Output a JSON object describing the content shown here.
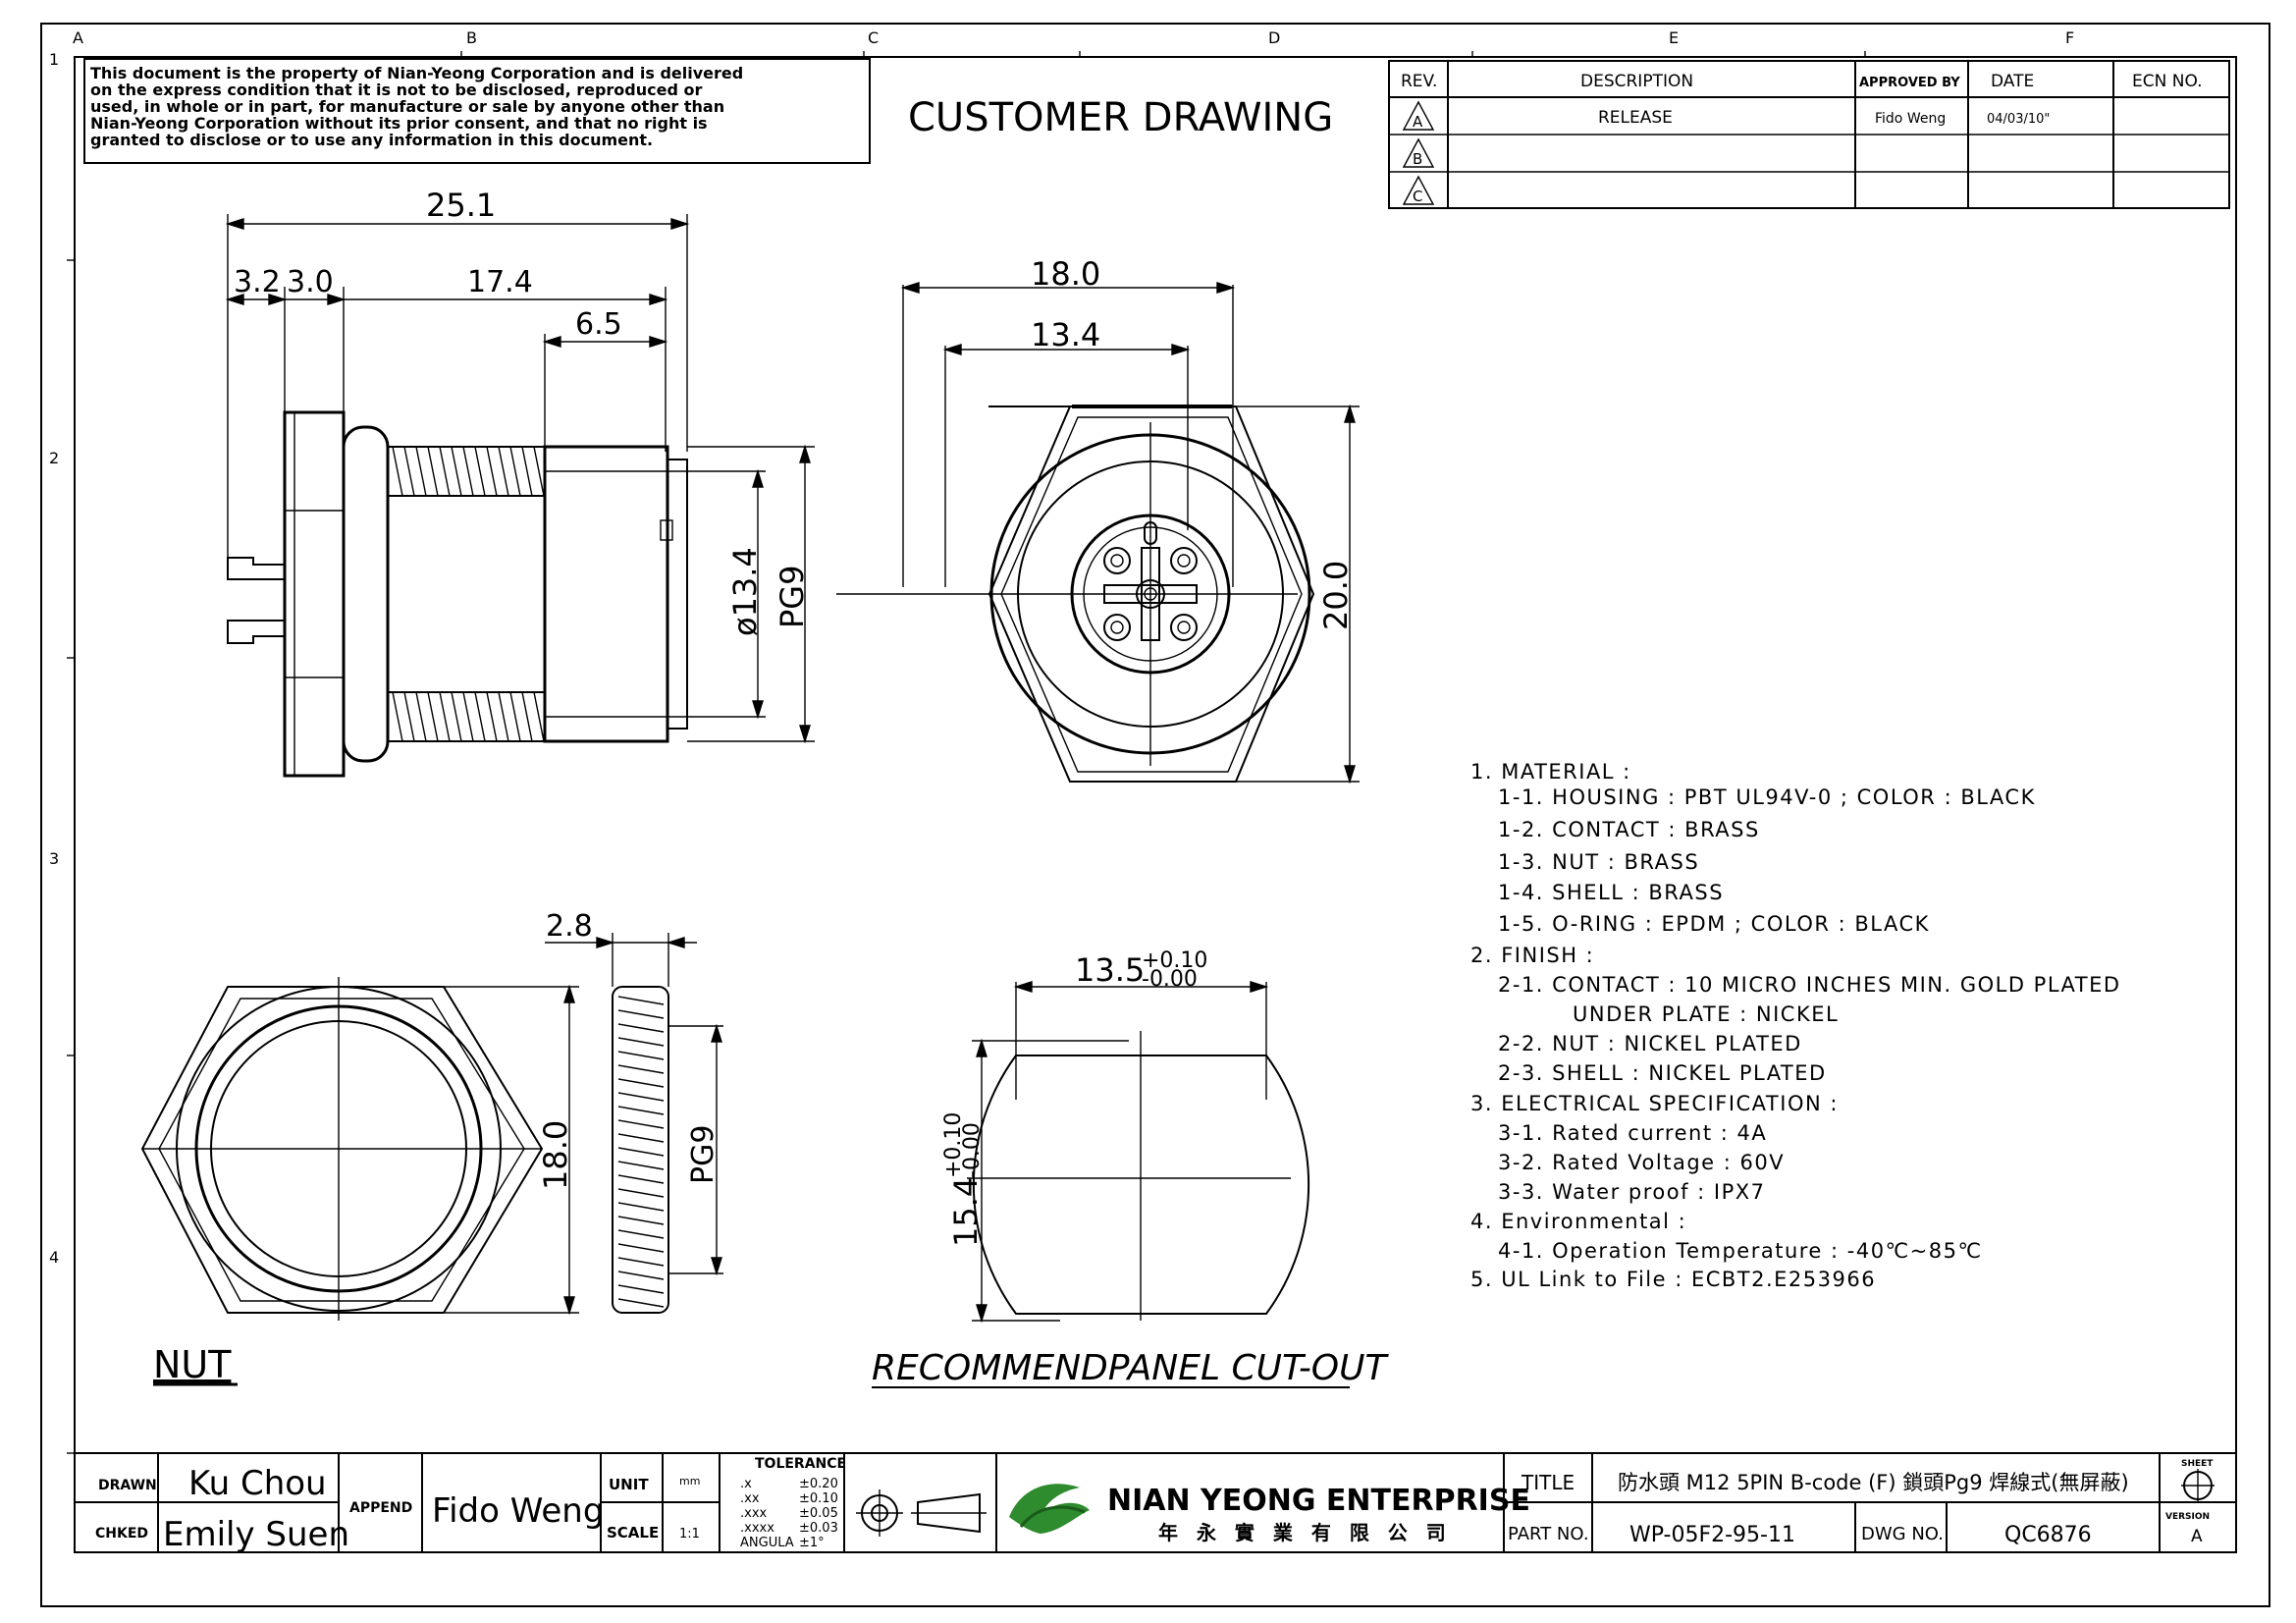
{
  "header": {
    "notice": [
      "This document is the property of Nian-Yeong Corporation and is delivered",
      "on  the  express condition that it is not to be disclosed, reproduced or",
      "used, in whole or in part, for manufacture or sale by anyone other than",
      "Nian-Yeong Corporation without  its prior consent, and that  no right  is",
      "granted to disclose or to use any information in this  document."
    ],
    "drawing_title": "CUSTOMER  DRAWING"
  },
  "frame": {
    "columns": [
      "A",
      "B",
      "C",
      "D",
      "E",
      "F"
    ],
    "rows": [
      "1",
      "2",
      "3",
      "4"
    ]
  },
  "revision_table": {
    "headers": [
      "REV.",
      "DESCRIPTION",
      "APPROVED BY",
      "DATE",
      "ECN NO."
    ],
    "rows": [
      {
        "rev": "A",
        "description": "RELEASE",
        "approved": "Fido Weng",
        "date": "04/03/10\"",
        "ecn": ""
      },
      {
        "rev": "B",
        "description": "",
        "approved": "",
        "date": "",
        "ecn": ""
      },
      {
        "rev": "C",
        "description": "",
        "approved": "",
        "date": "",
        "ecn": ""
      }
    ]
  },
  "dimensions": {
    "side_overall": "25.1",
    "side_a": "3.2",
    "side_b": "3.0",
    "side_c": "17.4",
    "side_d": "6.5",
    "side_dia": "ø13.4",
    "side_thread": "PG9",
    "front_outer": "18.0",
    "front_inner": "13.4",
    "front_height": "20.0",
    "nut_thickness": "2.8",
    "nut_flats": "18.0",
    "nut_thread": "PG9",
    "cut_width": "13.5",
    "cut_width_tol_plus": "+0.10",
    "cut_width_tol_minus": "-0.00",
    "cut_height": "15.4",
    "cut_height_tol_plus": "+0.10",
    "cut_height_tol_minus": "-0.00"
  },
  "labels": {
    "nut": "NUT",
    "cutout": "RECOMMENDPANEL  CUT-OUT"
  },
  "notes": [
    "1.  MATERIAL  :",
    "1-1.  HOUSING  :  PBT  UL94V-0  ;  COLOR  :  BLACK",
    "1-2.  CONTACT  :  BRASS",
    "1-3.  NUT  :  BRASS",
    "1-4.  SHELL  :  BRASS",
    "1-5.  O-RING  :  EPDM  ;  COLOR  :  BLACK",
    "2.  FINISH  :",
    "2-1.  CONTACT  :  10  MICRO  INCHES  MIN.  GOLD  PLATED",
    "UNDER  PLATE  :  NICKEL",
    "2-2.  NUT  :  NICKEL  PLATED",
    "2-3.  SHELL  :  NICKEL  PLATED",
    "3.  ELECTRICAL  SPECIFICATION  :",
    "3-1.  Rated  current  :  4A",
    "3-2.  Rated  Voltage  :  60V",
    "3-3.  Water  proof  :  IPX7",
    "4.  Environmental  :",
    "4-1.  Operation  Temperature  :  -40℃~85℃",
    "5.  UL  Link  to  File  :  ECBT2.E253966"
  ],
  "title_block": {
    "drawn_label": "DRAWN",
    "drawn_value": "Ku Chou",
    "checked_label": "CHKED",
    "checked_value": "Emily Suen",
    "append_label": "APPEND",
    "append_value": "Fido Weng",
    "unit_label": "UNIT",
    "unit_value": "mm",
    "scale_label": "SCALE",
    "scale_value": "1:1",
    "tolerance_label": "TOLERANCE",
    "tolerance_rows": [
      [
        ".x",
        "±0.20"
      ],
      [
        ".xx",
        "±0.10"
      ],
      [
        ".xxx",
        "±0.05"
      ],
      [
        ".xxxx",
        "±0.03"
      ],
      [
        "ANGULA",
        "±1°"
      ]
    ],
    "company_en": "NIAN YEONG ENTERPRISE",
    "company_zh": "年 永 實 業 有 限 公 司",
    "title_label": "TITLE",
    "title_value": "防水頭  M12  5PIN  B-code  (F)  鎖頭Pg9  焊線式(無屏蔽)",
    "partno_label": "PART NO.",
    "partno_value": "WP-05F2-95-11",
    "dwgno_label": "DWG NO.",
    "dwgno_value": "QC6876",
    "sheet_label": "SHEET",
    "version_label": "VERSION",
    "version_value": "A"
  }
}
